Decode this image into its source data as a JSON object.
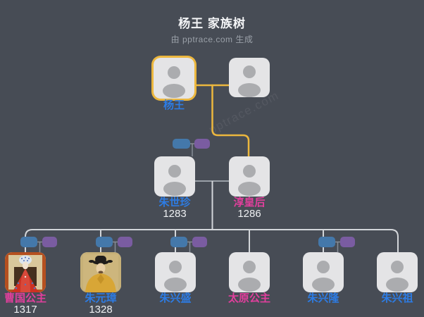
{
  "title": "杨王 家族树",
  "subtitle": "由 pptrace.com 生成",
  "watermark": "pptrace.com",
  "colors": {
    "background": "#474c55",
    "accent_yellow": "#ecb73e",
    "male_label": "#2d7ce4",
    "female_label": "#e23f9d",
    "male_mini_node": "#4478aa",
    "female_mini_node": "#7a5ca1",
    "connector_light": "#d3d6da",
    "connector_gray": "#9aa0a8",
    "mini_connector_gray": "#868c96"
  },
  "generation1": {
    "father": {
      "name": "杨王",
      "gender": "male",
      "highlighted": true
    },
    "mother": {
      "name": "",
      "gender": "female"
    }
  },
  "generation2": {
    "father": {
      "name": "朱世珍",
      "birth_year": "1283",
      "gender": "male"
    },
    "mother": {
      "name": "淳皇后",
      "birth_year": "1286",
      "gender": "female"
    }
  },
  "children": [
    {
      "name": "曹国公主",
      "birth_year": "1317",
      "gender": "female",
      "has_portrait": true,
      "has_mini_spouses": true
    },
    {
      "name": "朱元璋",
      "birth_year": "1328",
      "gender": "male",
      "has_portrait": true,
      "has_mini_spouses": true
    },
    {
      "name": "朱兴盛",
      "birth_year": "",
      "gender": "male",
      "has_portrait": false,
      "has_mini_spouses": true
    },
    {
      "name": "太原公主",
      "birth_year": "",
      "gender": "female",
      "has_portrait": false,
      "has_mini_spouses": false
    },
    {
      "name": "朱兴隆",
      "birth_year": "",
      "gender": "male",
      "has_portrait": false,
      "has_mini_spouses": true
    },
    {
      "name": "朱兴祖",
      "birth_year": "",
      "gender": "male",
      "has_portrait": false,
      "has_mini_spouses": false
    }
  ]
}
